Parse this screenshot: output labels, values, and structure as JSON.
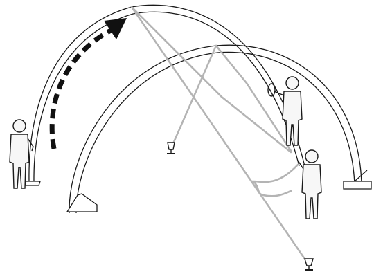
{
  "colors": {
    "outline": "#1a1a1a",
    "rope": "#b4b4b4",
    "figure_fill": "#f7f7f7",
    "arrow": "#111111"
  },
  "figures": [
    {
      "role": "person-holding-arch-base"
    },
    {
      "role": "person-holding-rope-with-coil"
    },
    {
      "role": "person-pulling-rope"
    }
  ],
  "arches": [
    {
      "role": "rear-arch-being-raised"
    },
    {
      "role": "front-arch-standing"
    }
  ],
  "stakes": [
    {
      "role": "ground-stake-center"
    },
    {
      "role": "ground-stake-front"
    }
  ],
  "icons": [
    "curved-arrow-icon"
  ]
}
